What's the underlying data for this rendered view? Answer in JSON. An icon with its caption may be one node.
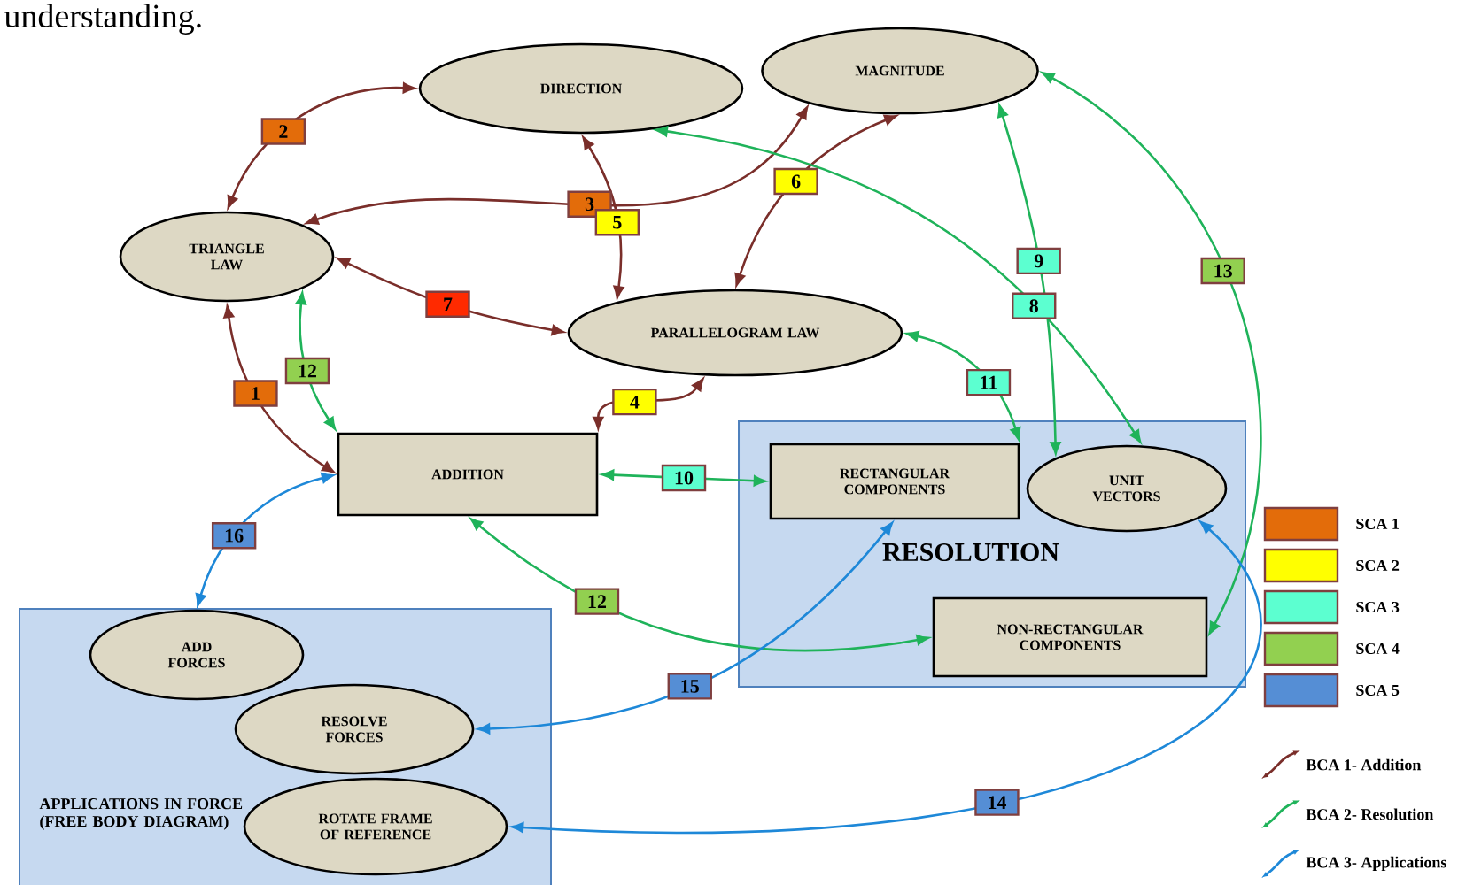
{
  "diagram": {
    "nodes": [
      {
        "text": [
          "DIRECTION"
        ]
      },
      {
        "text": [
          "MAGNITUDE"
        ]
      },
      {
        "text": [
          "TRIANGLE LAW"
        ]
      },
      {
        "text": [
          "PARALLELOGRAM LAW"
        ]
      },
      {
        "text": [
          "ADDITION"
        ]
      },
      {
        "text": [
          "RESOLUTION"
        ]
      },
      {
        "text": [
          "RECTANGULAR COMPONENTS"
        ],
        "in": 5
      },
      {
        "text": [
          "UNIT VECTORS"
        ],
        "in": 5
      },
      {
        "text": [
          "NON-RECTANGULAR COMPONENTS"
        ],
        "in": 5
      },
      {
        "text": [
          "APPLICATIONS IN FORCE (FREE BODY DIAGRAM)"
        ]
      },
      {
        "text": [
          "ADD FORCES"
        ],
        "in": 9
      },
      {
        "text": [
          "RESOLVE FORCES"
        ],
        "in": 9
      },
      {
        "text": [
          "ROTATE FRAME OF REFERENCE"
        ],
        "in": 9
      }
    ],
    "edges": [
      {
        "from": 4,
        "to": 2,
        "arrow": "both",
        "label": "1"
      },
      {
        "from": 2,
        "to": 0,
        "arrow": "both",
        "label": "2"
      },
      {
        "from": 1,
        "to": 2,
        "arrow": "both",
        "label": "3"
      },
      {
        "from": 4,
        "to": 3,
        "arrow": "both",
        "label": "4"
      },
      {
        "from": 0,
        "to": 3,
        "arrow": "both",
        "label": "5"
      },
      {
        "from": 1,
        "to": 3,
        "arrow": "both",
        "label": "6"
      },
      {
        "from": 2,
        "to": 3,
        "arrow": "both",
        "label": "7"
      },
      {
        "from": 0,
        "to": 7,
        "arrow": "both",
        "label": "8",
        "color": "#1fb35a"
      },
      {
        "from": 1,
        "to": 7,
        "arrow": "both",
        "label": "9",
        "color": "#1fb35a"
      },
      {
        "from": 6,
        "to": 4,
        "arrow": "both",
        "label": "10",
        "color": "#1fb35a"
      },
      {
        "from": 6,
        "to": 3,
        "arrow": "both",
        "label": "11",
        "color": "#1fb35a"
      },
      {
        "from": 4,
        "to": 2,
        "arrow": "both",
        "label": "12",
        "color": "#1fb35a"
      },
      {
        "from": 4,
        "to": 8,
        "arrow": "both",
        "label": "12",
        "color": "#1fb35a"
      },
      {
        "from": 1,
        "to": 8,
        "arrow": "both",
        "label": "13",
        "color": "#1fb35a"
      },
      {
        "from": 12,
        "to": 7,
        "arrow": "both",
        "label": "14",
        "color": "#1e88d8"
      },
      {
        "from": 11,
        "to": 6,
        "arrow": "both",
        "label": "15",
        "color": "#1e88d8"
      },
      {
        "from": 10,
        "to": 4,
        "arrow": "both",
        "label": "16",
        "color": "#1e88d8"
      }
    ],
    "labels": [
      "understanding."
    ],
    "legend": [
      {
        "text": "SCA 1",
        "color": "#e36c0a"
      },
      {
        "text": "SCA 2",
        "color": "#ffff00"
      },
      {
        "text": "SCA 3",
        "color": "#5cffd0"
      },
      {
        "text": "SCA 4",
        "color": "#92d050"
      },
      {
        "text": "SCA 5",
        "color": "#558ed5"
      },
      {
        "text": "BCA 1- Addition"
      },
      {
        "text": "BCA 2- Resolution"
      },
      {
        "text": "BCA 3- Applications"
      }
    ]
  }
}
